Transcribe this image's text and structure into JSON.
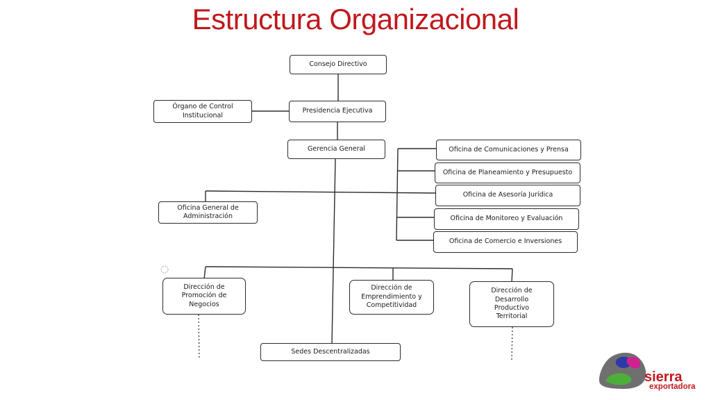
{
  "title": "Estructura Organizacional",
  "nodes": {
    "consejo": "Consejo Directivo",
    "presidencia": "Presidencia Ejecutiva",
    "organo_control": "Órgano de Control\nInstitucional",
    "gerencia": "Gerencia General",
    "oficina_comunicaciones": "Oficina de Comunicaciones y Prensa",
    "oficina_planeamiento": "Oficina de Planeamiento y Presupuesto",
    "oficina_asesoria": "Oficina de Asesoría Jurídica",
    "oficina_monitoreo": "Oficina de Monitoreo y Evaluación",
    "oficina_comercio": "Oficina de Comercio e Inversiones",
    "oficina_administracion": "Oficina General de\nAdministración",
    "direccion_promocion": "Dirección de\nPromoción de\nNegocios",
    "direccion_emprendimiento": "Dirección de\nEmprendimiento y\nCompetitividad",
    "direccion_desarrollo": "Dirección de\nDesarrollo\nProductivo\nTerritorial",
    "sedes": "Sedes Descentralizadas"
  },
  "logo": {
    "name": "sierra",
    "subtitle": "exportadora"
  },
  "colors": {
    "title": "#c0181d",
    "line": "#2b2b2b",
    "logo_grey": "#6f6f6f",
    "logo_green": "#4caf3a",
    "logo_blue": "#2c3aa8",
    "logo_magenta": "#d1208f"
  }
}
